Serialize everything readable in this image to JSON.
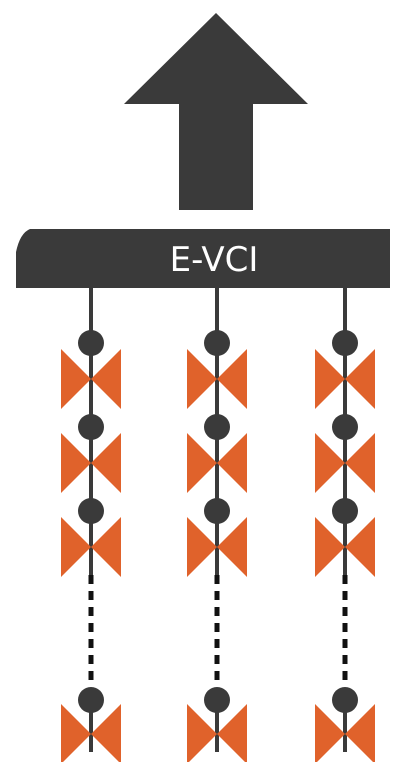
{
  "hub": {
    "label": "E-VCI"
  },
  "colors": {
    "dark": "#3a3a3a",
    "accent": "#e0622b",
    "background": "#ffffff"
  },
  "icons": {
    "arrow": "up-arrow-icon",
    "node": "node-dot-icon",
    "valve": "bowtie-valve-icon"
  },
  "chains": [
    {
      "name": "chain-1",
      "solid_units": 3,
      "trailing_units": 1
    },
    {
      "name": "chain-2",
      "solid_units": 3,
      "trailing_units": 1
    },
    {
      "name": "chain-3",
      "solid_units": 3,
      "trailing_units": 1
    }
  ]
}
